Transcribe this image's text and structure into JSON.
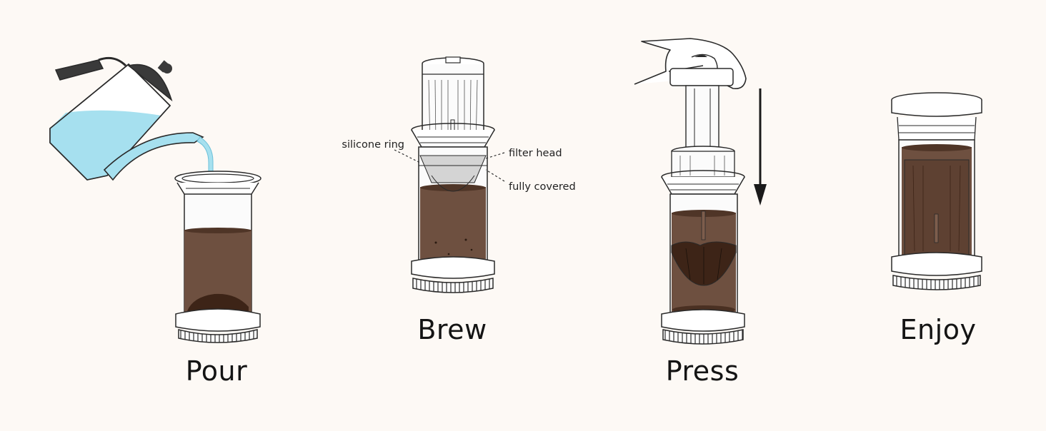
{
  "steps": [
    {
      "label": "Pour"
    },
    {
      "label": "Brew"
    },
    {
      "label": "Press"
    },
    {
      "label": "Enjoy"
    }
  ],
  "callouts": {
    "silicone_ring": "silicone ring",
    "filter_head": "filter head",
    "fully_covered": "fully covered"
  },
  "colors": {
    "background": "#fdf9f5",
    "water": "#a6e0ef",
    "coffee": "#6e5040",
    "grounds": "#3d2417",
    "outline": "#2a2a2a",
    "kettle_handle": "#3a3a3a"
  }
}
